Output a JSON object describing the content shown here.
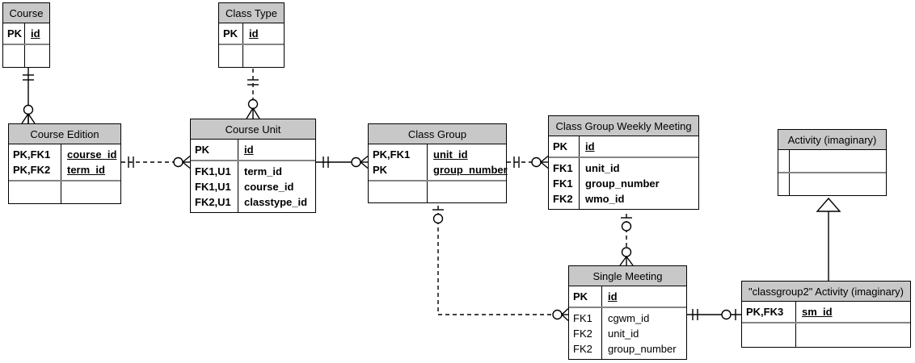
{
  "colors": {
    "background": "#ffffff",
    "entity_header_bg": "#c8c8c8",
    "entity_border": "#000000",
    "section_separator": "#848484",
    "line": "#000000"
  },
  "entities": {
    "course": {
      "title": "Course",
      "key_rows": [
        {
          "keys": "PK",
          "name": "id"
        }
      ],
      "attr_rows": []
    },
    "class_type": {
      "title": "Class Type",
      "key_rows": [
        {
          "keys": "PK",
          "name": "id"
        }
      ],
      "attr_rows": []
    },
    "course_edition": {
      "title": "Course Edition",
      "key_rows": [
        {
          "keys": "PK,FK1",
          "name": "course_id"
        },
        {
          "keys": "PK,FK2",
          "name": "term_id"
        }
      ],
      "attr_rows": []
    },
    "course_unit": {
      "title": "Course Unit",
      "key_rows": [
        {
          "keys": "PK",
          "name": "id"
        }
      ],
      "attr_rows": [
        {
          "keys": "FK1,U1",
          "name": "term_id"
        },
        {
          "keys": "FK1,U1",
          "name": "course_id"
        },
        {
          "keys": "FK2,U1",
          "name": "classtype_id"
        }
      ]
    },
    "class_group": {
      "title": "Class Group",
      "key_rows": [
        {
          "keys": "PK,FK1",
          "name": "unit_id"
        },
        {
          "keys": "PK",
          "name": "group_number"
        }
      ],
      "attr_rows": []
    },
    "class_group_weekly_meeting": {
      "title": "Class Group Weekly Meeting",
      "key_rows": [
        {
          "keys": "PK",
          "name": "id"
        }
      ],
      "attr_rows": [
        {
          "keys": "FK1",
          "name": "unit_id"
        },
        {
          "keys": "FK1",
          "name": "group_number"
        },
        {
          "keys": "FK2",
          "name": "wmo_id"
        }
      ]
    },
    "activity": {
      "title": "Activity (imaginary)",
      "key_rows": [],
      "attr_rows": []
    },
    "single_meeting": {
      "title": "Single Meeting",
      "key_rows": [
        {
          "keys": "PK",
          "name": "id"
        }
      ],
      "attr_rows": [
        {
          "keys": "FK1",
          "name": "cgwm_id"
        },
        {
          "keys": "FK2",
          "name": "unit_id"
        },
        {
          "keys": "FK2",
          "name": "group_number"
        }
      ]
    },
    "classgroup2_activity": {
      "title": "\"classgroup2\" Activity (imaginary)",
      "key_rows": [
        {
          "keys": "PK,FK3",
          "name": "sm_id"
        }
      ],
      "attr_rows": []
    }
  },
  "relationships": [
    {
      "from": "Course",
      "to": "Course Edition",
      "line": "solid",
      "from_symbol": "exactly-one (double tick)",
      "to_symbol": "zero-or-many (circle + crow's foot)"
    },
    {
      "from": "Class Type",
      "to": "Course Unit",
      "line": "dashed",
      "from_symbol": "exactly-one (double tick)",
      "to_symbol": "zero-or-many (circle + crow's foot)"
    },
    {
      "from": "Course Edition",
      "to": "Course Unit",
      "line": "dashed",
      "from_symbol": "exactly-one (double tick)",
      "to_symbol": "zero-or-many (circle + crow's foot)"
    },
    {
      "from": "Course Unit",
      "to": "Class Group",
      "line": "solid",
      "from_symbol": "exactly-one (double tick)",
      "to_symbol": "zero-or-many (circle + crow's foot)"
    },
    {
      "from": "Class Group",
      "to": "Class Group Weekly Meeting",
      "line": "dashed",
      "from_symbol": "exactly-one (double tick)",
      "to_symbol": "zero-or-many (circle + crow's foot)"
    },
    {
      "from": "Class Group Weekly Meeting",
      "to": "Single Meeting",
      "line": "dashed",
      "from_symbol": "zero-or-one (tick + circle)",
      "to_symbol": "zero-or-many (circle + crow's foot)"
    },
    {
      "from": "Class Group",
      "to": "Single Meeting",
      "line": "dashed",
      "from_symbol": "zero-or-one (tick + circle)",
      "to_symbol": "zero-or-many (circle + crow's foot)"
    },
    {
      "from": "Single Meeting",
      "to": "\"classgroup2\" Activity (imaginary)",
      "line": "solid",
      "from_symbol": "exactly-one (double tick)",
      "to_symbol": "zero-or-one (circle + tick)"
    },
    {
      "from": "\"classgroup2\" Activity (imaginary)",
      "to": "Activity (imaginary)",
      "line": "solid",
      "type": "inheritance (open triangle arrow)"
    }
  ]
}
